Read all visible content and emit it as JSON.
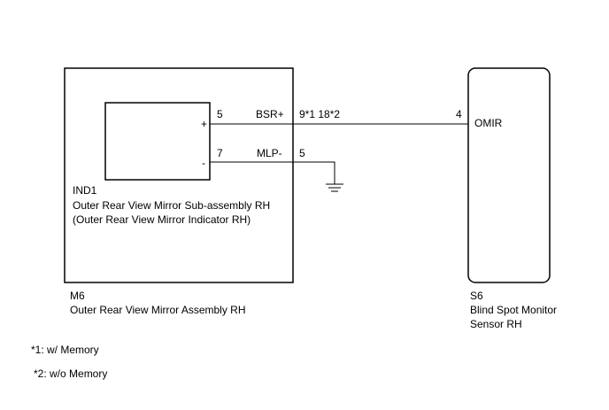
{
  "outer_assembly": {
    "code": "M6",
    "name": "Outer Rear View Mirror Assembly RH"
  },
  "sub_assembly": {
    "code": "IND1",
    "name": "Outer Rear View Mirror Sub-assembly RH",
    "detail": "(Outer Rear View Mirror Indicator RH)",
    "pins": {
      "plus_sign": "+",
      "minus_sign": "-",
      "plus_pin": "5",
      "minus_pin": "7"
    }
  },
  "wires": {
    "top": {
      "signal": "BSR+",
      "connector_pins": "9*1 18*2",
      "sensor_pin": "4"
    },
    "bottom": {
      "signal": "MLP-",
      "connector_pin": "5"
    }
  },
  "sensor": {
    "terminal": "OMIR",
    "code": "S6",
    "name_line1": "Blind Spot Monitor",
    "name_line2": "Sensor RH"
  },
  "notes": {
    "note1": "*1: w/ Memory",
    "note2": "*2: w/o Memory"
  }
}
